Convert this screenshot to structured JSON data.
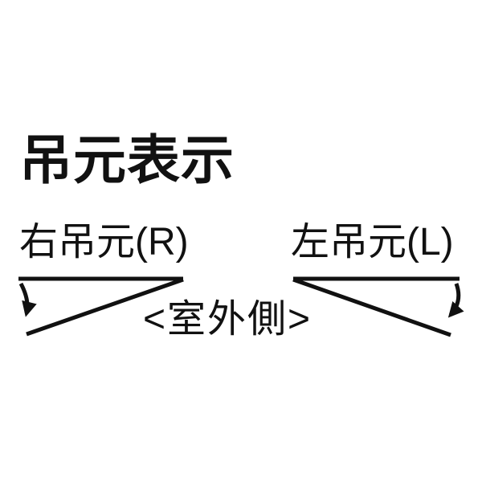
{
  "title": "吊元表示",
  "labels": {
    "right_hinge": "右吊元(R)",
    "left_hinge": "左吊元(L)",
    "outdoor_side": "<室外側>"
  },
  "icons": {
    "left_swing_arrow": "curved-arrow-down-left",
    "right_swing_arrow": "curved-arrow-down-left"
  },
  "colors": {
    "ink": "#111111",
    "background": "#ffffff"
  }
}
